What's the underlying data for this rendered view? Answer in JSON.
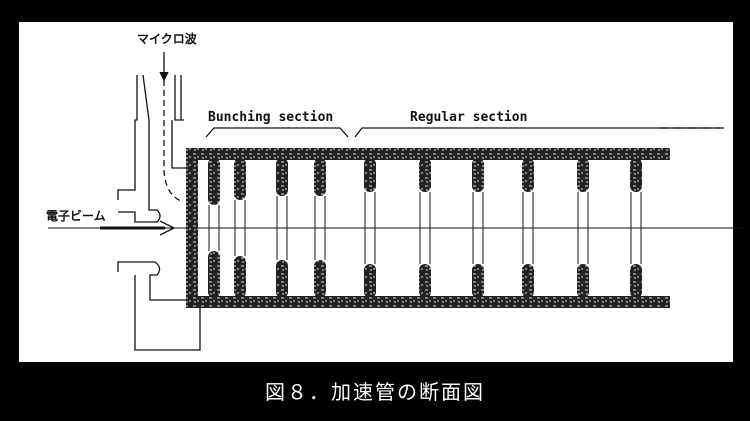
{
  "diagram": {
    "microwave_label": "マイクロ波",
    "beam_label": "電子ビーム",
    "bunching_label": "Bunching section",
    "regular_label": "Regular section"
  },
  "caption": "図８．加速管の断面図",
  "colors": {
    "background": "#000000",
    "panel": "#ffffff",
    "ink": "#111111"
  }
}
